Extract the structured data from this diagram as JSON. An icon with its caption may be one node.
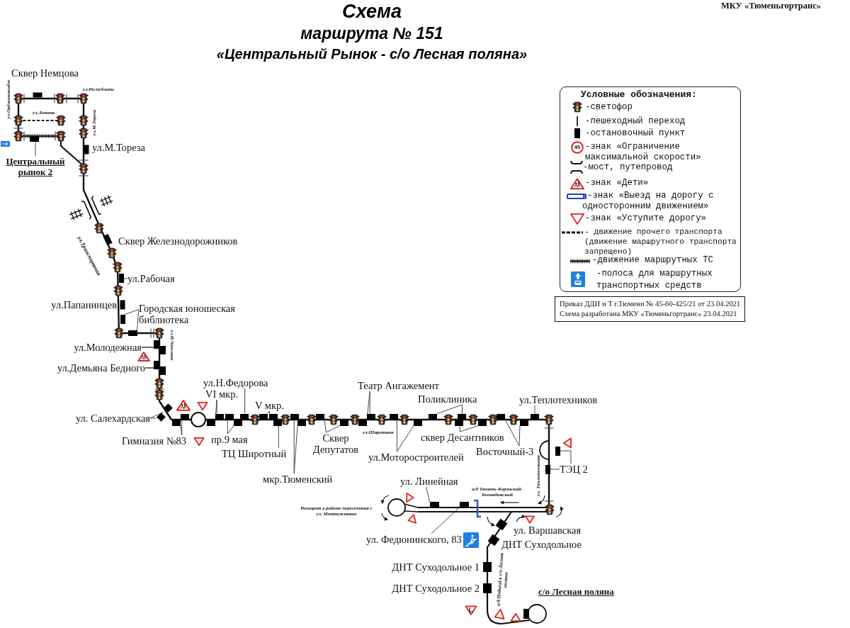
{
  "diagram": {
    "title": "Схема маршрута № 151 «Центральный Рынок - с/о Лесная поляна»",
    "nodes": [
      {
        "text": [
          "Центральный рынок 2"
        ]
      },
      {
        "text": [
          "ул.Рабочая"
        ]
      },
      {
        "text": [
          "Приказ ДДИ и Т г.Тюмени № 45-60-425/21 от 23.04.2021",
          "Схема разработана МКУ «Тюменьгортранс» 23.04.2021"
        ]
      },
      {
        "text": [
          "Городская юношеская библиотека"
        ]
      },
      {
        "text": [
          "ул.Молодежная"
        ]
      },
      {
        "text": [
          "ул.Демьяна Бедного"
        ]
      },
      {
        "text": [
          "ул.Н.Федорова"
        ]
      },
      {
        "text": [
          "Театр Ангажемент"
        ]
      },
      {
        "text": [
          "VI мкр."
        ]
      },
      {
        "text": [
          "Поликлиника"
        ]
      },
      {
        "text": [
          "ул.Теплотехников"
        ]
      },
      {
        "text": [
          "V мкр."
        ]
      },
      {
        "text": [
          "ул. Салехардская"
        ]
      },
      {
        "text": [
          "Сквер Депутатов"
        ]
      },
      {
        "text": [
          "Гимназия №83"
        ]
      },
      {
        "text": [
          "сквер Десантников"
        ]
      },
      {
        "text": [
          "пр.9 мая"
        ]
      },
      {
        "text": [
          "Восточный-3"
        ]
      },
      {
        "text": [
          "ТЦ Широтный"
        ]
      },
      {
        "text": [
          "ул.Моторостроителей"
        ]
      },
      {
        "text": [
          "ТЭЦ 2"
        ]
      },
      {
        "text": [
          "мкр.Тюменский"
        ]
      },
      {
        "text": [
          "ул. Линейная"
        ]
      },
      {
        "text": [
          "ул. Федюнинского, 83"
        ]
      },
      {
        "text": [],
        "shape": "box"
      },
      {
        "text": [],
        "shape": "box"
      },
      {
        "text": [],
        "shape": "box"
      },
      {
        "text": [],
        "shape": "box"
      },
      {
        "text": [],
        "shape": "box"
      },
      {
        "text": [],
        "shape": "box"
      },
      {
        "text": [],
        "shape": "box"
      },
      {
        "text": [],
        "shape": "box"
      },
      {
        "text": [],
        "shape": "box"
      },
      {
        "text": [],
        "shape": "box"
      },
      {
        "text": [],
        "shape": "box"
      },
      {
        "text": [],
        "shape": "box"
      },
      {
        "text": [],
        "shape": "box"
      },
      {
        "text": [],
        "shape": "box"
      },
      {
        "text": [],
        "shape": "box"
      },
      {
        "text": [],
        "shape": "box"
      },
      {
        "text": [],
        "shape": "box"
      },
      {
        "text": [],
        "shape": "box"
      },
      {
        "text": [],
        "shape": "box"
      },
      {
        "text": [],
        "shape": "box"
      },
      {
        "text": [],
        "shape": "box"
      },
      {
        "text": [],
        "shape": "box"
      },
      {
        "text": [],
        "shape": "box"
      },
      {
        "text": [],
        "shape": "box"
      },
      {
        "text": [],
        "shape": "box"
      },
      {
        "text": [],
        "shape": "box"
      },
      {
        "text": [],
        "shape": "box"
      },
      {
        "text": [],
        "shape": "box"
      },
      {
        "text": [],
        "shape": "box"
      },
      {
        "text": [],
        "shape": "box"
      },
      {
        "text": [],
        "shape": "box"
      },
      {
        "text": [],
        "shape": "box"
      },
      {
        "text": [],
        "shape": "box"
      },
      {
        "text": [],
        "shape": "box"
      },
      {
        "text": [],
        "shape": "box"
      },
      {
        "text": [],
        "shape": "box"
      },
      {
        "text": [],
        "shape": "box"
      },
      {
        "text": [],
        "shape": "box"
      },
      {
        "text": [],
        "shape": "box"
      }
    ],
    "edges": [
      {
        "from": 0,
        "to": 24,
        "arrow": "none"
      },
      {
        "from": 1,
        "to": 25,
        "arrow": "none"
      },
      {
        "from": 3,
        "to": 26,
        "arrow": "none"
      },
      {
        "from": 3,
        "to": 27,
        "arrow": "none"
      },
      {
        "from": 4,
        "to": 28,
        "arrow": "none"
      },
      {
        "from": 4,
        "to": 29,
        "arrow": "none"
      },
      {
        "from": 5,
        "to": 30,
        "arrow": "none"
      },
      {
        "from": 5,
        "to": 31,
        "arrow": "none"
      },
      {
        "from": 6,
        "to": 32,
        "arrow": "none"
      },
      {
        "from": 7,
        "to": 33,
        "arrow": "none"
      },
      {
        "from": 7,
        "to": 34,
        "arrow": "none"
      },
      {
        "from": 8,
        "to": 35,
        "arrow": "none"
      },
      {
        "from": 8,
        "to": 36,
        "arrow": "none"
      },
      {
        "from": 9,
        "to": 37,
        "arrow": "none"
      },
      {
        "from": 9,
        "to": 38,
        "arrow": "none"
      },
      {
        "from": 10,
        "to": 39,
        "arrow": "none"
      },
      {
        "from": 11,
        "to": 40,
        "arrow": "none"
      },
      {
        "from": 11,
        "to": 41,
        "arrow": "none"
      },
      {
        "from": 12,
        "to": 42,
        "arrow": "none"
      },
      {
        "from": 12,
        "to": 43,
        "arrow": "none"
      },
      {
        "from": 13,
        "to": 44,
        "arrow": "none"
      },
      {
        "from": 13,
        "to": 45,
        "arrow": "none"
      },
      {
        "from": 14,
        "to": 46,
        "arrow": "none"
      },
      {
        "from": 14,
        "to": 47,
        "arrow": "none"
      },
      {
        "from": 15,
        "to": 48,
        "arrow": "none"
      },
      {
        "from": 15,
        "to": 49,
        "arrow": "none"
      },
      {
        "from": 16,
        "to": 50,
        "arrow": "none"
      },
      {
        "from": 16,
        "to": 51,
        "arrow": "none"
      },
      {
        "from": 17,
        "to": 52,
        "arrow": "none"
      },
      {
        "from": 17,
        "to": 53,
        "arrow": "none"
      },
      {
        "from": 18,
        "to": 54,
        "arrow": "none"
      },
      {
        "from": 19,
        "to": 55,
        "arrow": "none"
      },
      {
        "from": 19,
        "to": 56,
        "arrow": "none"
      },
      {
        "from": 20,
        "to": 57,
        "arrow": "none"
      },
      {
        "from": 20,
        "to": 58,
        "arrow": "none"
      },
      {
        "from": 21,
        "to": 59,
        "arrow": "none"
      },
      {
        "from": 21,
        "to": 60,
        "arrow": "none"
      },
      {
        "from": 22,
        "to": 61,
        "arrow": "none"
      },
      {
        "from": 23,
        "to": 62,
        "arrow": "none"
      }
    ],
    "labels": [
      "МКУ «Тюменьгортранс»",
      "Сквер Немцова",
      "ул.Республики",
      "Условные обозначения:",
      "ул.Орджоникидзе",
      "ул.Ленина",
      "ул.М.Тореза",
      "ул.М.Тореза",
      "40",
      "Сквер Железнодорожников",
      "ул.Транспортная",
      "ул.Папанинцев",
      "ул.Н.Чаплина",
      "ул.Широтная",
      "ул. Теплотехников",
      "а/д Тюмень-Боровский-Богандинский",
      "Разворот в районе пересечения с ул. Монтажников",
      "ул. Варшавская",
      "ДНТ Суходольное",
      "ДНТ Суходольное 1",
      "а/д Подъезд к с/о Лесная поляна",
      "ДНТ Суходольное 2",
      "с/о Лесная поляна"
    ],
    "legend": [
      {
        "text": "-светофор"
      },
      {
        "text": "-пешеходный переход"
      },
      {
        "text": "-остановочный пункт"
      },
      {
        "text": "-знак «Ограничение максимальной скорости»"
      },
      {
        "text": "-мост, путепровод"
      },
      {
        "text": "-знак «Дети»"
      },
      {
        "text": "-знак «Выезд на дорогу с односторонним движением»"
      },
      {
        "text": "-знак «Уступите дорогу»"
      },
      {
        "text": "- движение прочего транспорта (движение маршрутного транспорта запрещено)"
      },
      {
        "text": "-движение маршрутных ТС"
      },
      {
        "text": "-полоса для маршрутных транспортных средств"
      }
    ]
  }
}
